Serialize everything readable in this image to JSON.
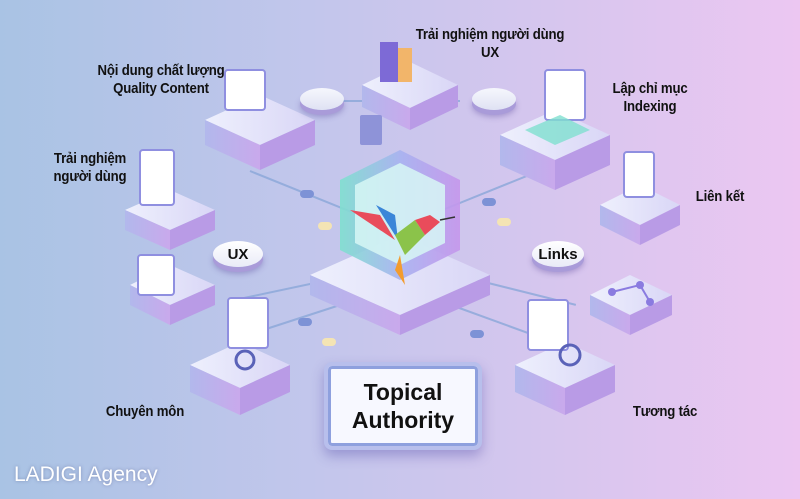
{
  "diagram": {
    "center_title": {
      "line1": "Topical",
      "line2": "Authority"
    },
    "center_icon": "hummingbird-cube-icon",
    "nodes": [
      {
        "id": "quality-content",
        "line1": "Nội dung chất lượng",
        "line2": "Quality Content"
      },
      {
        "id": "ux-top",
        "line1": "Trải nghiệm người dùng",
        "line2": "UX"
      },
      {
        "id": "indexing",
        "line1": "Lập chỉ mục",
        "line2": "Indexing"
      },
      {
        "id": "user-experience-left",
        "line1": "Trải nghiệm",
        "line2": "người dùng"
      },
      {
        "id": "links-vi",
        "line1": "Liên kết"
      },
      {
        "id": "expertise",
        "line1": "Chuyên môn"
      },
      {
        "id": "engagement",
        "line1": "Tương tác"
      }
    ],
    "pills": [
      {
        "id": "ux-pill",
        "label": "UX"
      },
      {
        "id": "links-pill",
        "label": "Links"
      }
    ],
    "colors": {
      "background_left": "#a9c3e4",
      "background_right": "#ecc7f2",
      "platform": "#c7c4f1",
      "connector": "#8aa6d8"
    }
  },
  "watermark": "LADIGI Agency"
}
